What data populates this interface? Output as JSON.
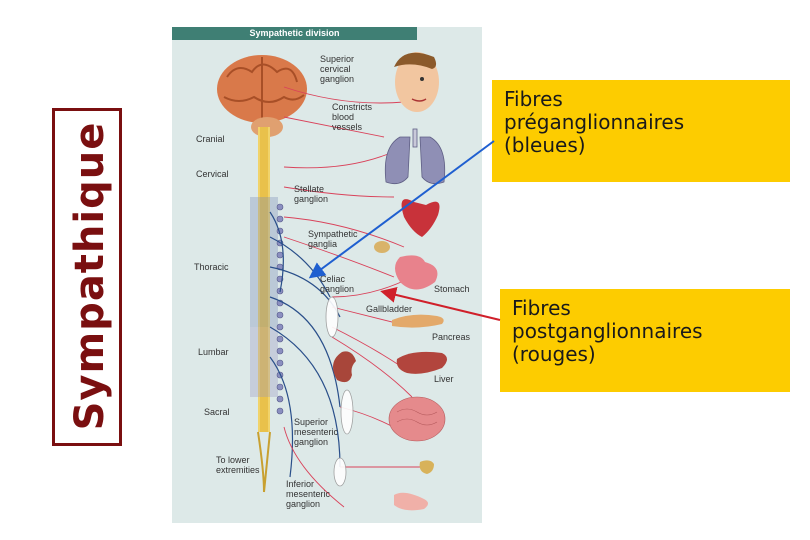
{
  "side_title": "Sympathique",
  "figure": {
    "header": "Sympathetic division",
    "labels": {
      "superior_cervical_ganglion": [
        "Superior",
        "cervical",
        "ganglion"
      ],
      "constricts_blood_vessels": [
        "Constricts",
        "blood",
        "vessels"
      ],
      "cranial": "Cranial",
      "cervical": "Cervical",
      "stellate_ganglion": [
        "Stellate",
        "ganglion"
      ],
      "sympathetic_ganglia": [
        "Sympathetic",
        "ganglia"
      ],
      "thoracic": "Thoracic",
      "celiac_ganglion": [
        "Celiac",
        "ganglion"
      ],
      "stomach": "Stomach",
      "gallbladder": "Gallbladder",
      "pancreas": "Pancreas",
      "lumbar": "Lumbar",
      "liver": "Liver",
      "sacral": "Sacral",
      "superior_mesenteric_ganglion": [
        "Superior",
        "mesenteric",
        "ganglion"
      ],
      "to_lower_extremities": [
        "To lower",
        "extremities"
      ],
      "inferior_mesenteric_ganglion": [
        "Inferior",
        "mesenteric",
        "ganglion"
      ]
    }
  },
  "callouts": {
    "preganglionic": [
      "Fibres",
      "préganglionnaires",
      "(bleues)"
    ],
    "postganglionic": [
      "Fibres",
      "postganglionnaires",
      "(rouges)"
    ]
  },
  "colors": {
    "title_red": "#7a0f10",
    "callout_yellow": "#fdcc00",
    "arrow_blue": "#1f5fd0",
    "arrow_red": "#d0202a",
    "fiber_red": "#d9425a",
    "fiber_blue": "#2a4f8a"
  }
}
